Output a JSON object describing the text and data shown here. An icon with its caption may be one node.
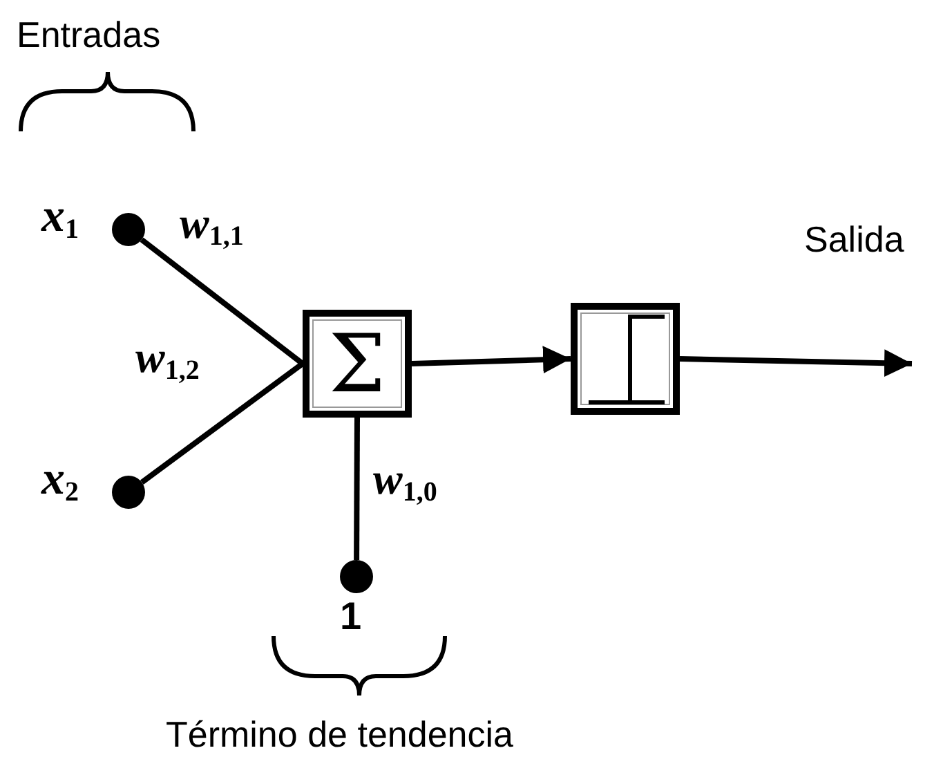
{
  "diagram": {
    "nodes": [
      {
        "text": [],
        "shape": "circle",
        "beside": [
          "*x*$_{1}$"
        ]
      },
      {
        "text": [],
        "shape": "circle",
        "beside": [
          "*x*$_{2}$"
        ]
      },
      {
        "text": [
          "Σ"
        ]
      },
      {
        "text": [],
        "shape": "box"
      },
      {
        "text": [],
        "shape": "circle",
        "beside": [
          "1"
        ]
      }
    ],
    "edges": [
      {
        "from": 0,
        "to": 2,
        "arrow": "none",
        "label": "*w*$_{1,1}$"
      },
      {
        "from": 1,
        "to": 2,
        "arrow": "none",
        "label": "*w*$_{1,2}$"
      },
      {
        "from": 4,
        "to": 2,
        "arrow": "none",
        "label": "*w*$_{1,0}$"
      },
      {
        "from": 2,
        "to": 3,
        "arrow": "to"
      },
      {
        "from": 3,
        "to": null,
        "arrow": "to",
        "label": "Salida"
      }
    ],
    "labels": [
      "Entradas",
      "Término de tendencia"
    ]
  }
}
